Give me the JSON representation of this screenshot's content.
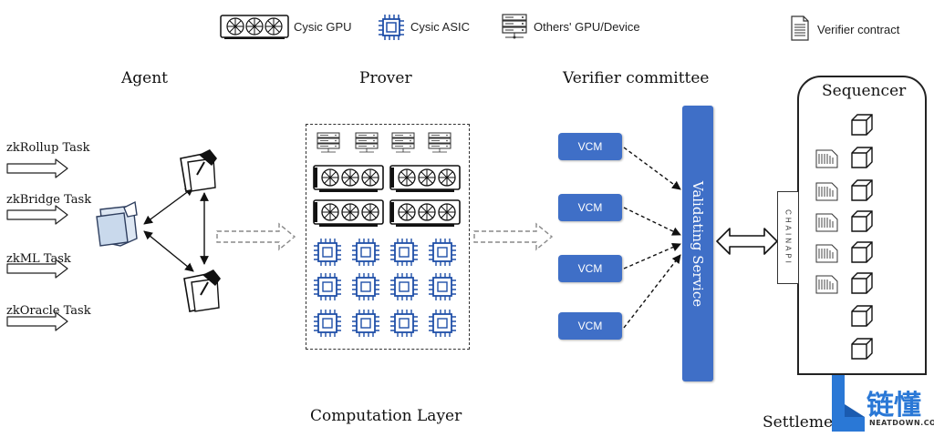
{
  "legend": {
    "gpu": "Cysic GPU",
    "asic": "Cysic ASIC",
    "other": "Others' GPU/Device",
    "contract": "Verifier contract"
  },
  "headings": {
    "agent": "Agent",
    "prover": "Prover",
    "verifier": "Verifier committee",
    "sequencer": "Sequencer",
    "computation": "Computation Layer",
    "settlement": "Settleme"
  },
  "tasks": [
    "zkRollup Task",
    "zkBridge Task",
    "zkML Task",
    "zkOracle Task"
  ],
  "vcm": [
    "VCM",
    "VCM",
    "VCM",
    "VCM"
  ],
  "validating": "Validating Service",
  "chainapi": "CHAINAPI",
  "watermark": {
    "cn": "链懂",
    "en": "NEATDOWN.COM"
  },
  "colors": {
    "accent": "#3f6fc7",
    "line": "#222222",
    "watermark": "#2a78d6"
  }
}
